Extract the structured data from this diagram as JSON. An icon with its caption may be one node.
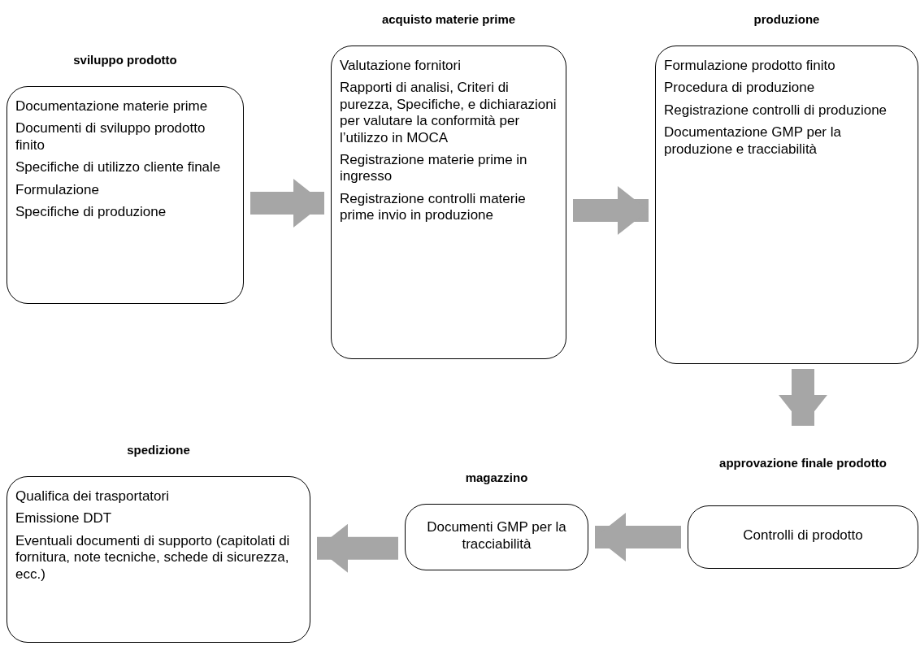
{
  "diagram": {
    "nodes": [
      {
        "text": [
          "sviluppo prodotto",
          "Documentazione materie prime",
          "Documenti di sviluppo prodotto finito",
          "Specifiche di utilizzo cliente finale",
          "Formulazione",
          "Specifiche di produzione"
        ]
      },
      {
        "text": [
          "acquisto materie prime",
          "Valutazione fornitori",
          "Rapporti di analisi, Criteri di purezza, Specifiche, e dichiarazioni per valutare la conformità per l’utilizzo in MOCA",
          "Registrazione materie prime in ingresso",
          "Registrazione controlli materie prime invio in produzione"
        ]
      },
      {
        "text": [
          "produzione",
          "Formulazione prodotto finito",
          "Procedura di produzione",
          "Registrazione controlli di produzione",
          "Documentazione GMP per la produzione e tracciabilità"
        ]
      },
      {
        "text": [
          "approvazione finale prodotto",
          "Controlli di prodotto"
        ]
      },
      {
        "text": [
          "magazzino",
          "Documenti GMP per la tracciabilità"
        ]
      },
      {
        "text": [
          "spedizione",
          "Qualifica dei trasportatori",
          "Emissione DDT",
          "Eventuali documenti di supporto (capitolati di fornitura, note tecniche, schede di sicurezza, ecc.)"
        ]
      }
    ],
    "edges": [
      {
        "from": 0,
        "to": 1,
        "arrow": "to"
      },
      {
        "from": 1,
        "to": 2,
        "arrow": "to"
      },
      {
        "from": 2,
        "to": 3,
        "arrow": "to"
      },
      {
        "from": 3,
        "to": 4,
        "arrow": "to"
      },
      {
        "from": 4,
        "to": 5,
        "arrow": "to"
      }
    ]
  }
}
